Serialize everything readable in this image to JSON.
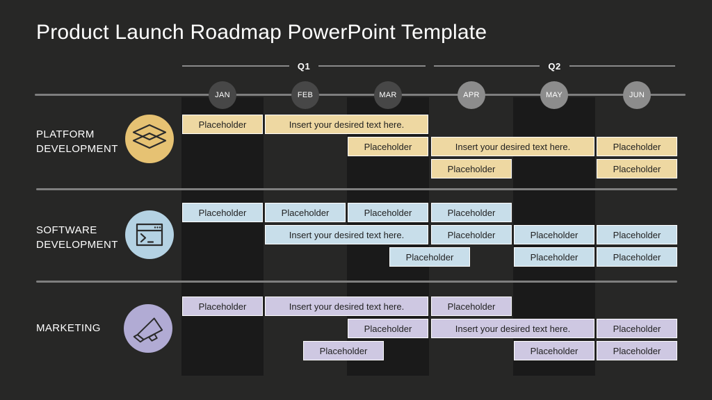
{
  "title": "Product Launch Roadmap PowerPoint Template",
  "chart_data": {
    "type": "bar",
    "subtype": "gantt-roadmap-timeline",
    "title": "Product Launch Roadmap PowerPoint Template",
    "x": [
      "JAN",
      "FEB",
      "MAR",
      "APR",
      "MAY",
      "JUN"
    ],
    "quarters": [
      {
        "label": "Q1"
      },
      {
        "label": "Q2"
      }
    ],
    "month_marker_colors": {
      "q1": "#474747",
      "q2": "#8c8c8c"
    },
    "stripe_columns": [
      0,
      2,
      4
    ],
    "legend_position": "left",
    "grid": "alternating-column-stripes",
    "series": [
      {
        "name": "PLATFORM DEVELOPMENT",
        "id": "platform-development",
        "color": "#eed8a2",
        "bars": [
          {
            "lane": 0,
            "col": 0,
            "span": 1,
            "label": "Placeholder"
          },
          {
            "lane": 0,
            "col": 1,
            "span": 2,
            "label": "Insert your desired text here."
          },
          {
            "lane": 1,
            "col": 2,
            "span": 1,
            "label": "Placeholder"
          },
          {
            "lane": 1,
            "col": 3,
            "span": 2,
            "label": "Insert your desired text here."
          },
          {
            "lane": 1,
            "col": 5,
            "span": 1,
            "label": "Placeholder"
          },
          {
            "lane": 2,
            "col": 3,
            "span": 1,
            "label": "Placeholder"
          },
          {
            "lane": 2,
            "col": 5,
            "span": 1,
            "label": "Placeholder"
          }
        ]
      },
      {
        "name": "SOFTWARE DEVELOPMENT",
        "id": "software-development",
        "color": "#c8deea",
        "bars": [
          {
            "lane": 0,
            "col": 0,
            "span": 1,
            "label": "Placeholder"
          },
          {
            "lane": 0,
            "col": 1,
            "span": 1,
            "label": "Placeholder"
          },
          {
            "lane": 0,
            "col": 2,
            "span": 1,
            "label": "Placeholder"
          },
          {
            "lane": 0,
            "col": 3,
            "span": 1,
            "label": "Placeholder"
          },
          {
            "lane": 1,
            "col": 1,
            "span": 2,
            "label": "Insert your desired text here."
          },
          {
            "lane": 1,
            "col": 3,
            "span": 1,
            "label": "Placeholder"
          },
          {
            "lane": 1,
            "col": 4,
            "span": 1,
            "label": "Placeholder"
          },
          {
            "lane": 1,
            "col": 5,
            "span": 1,
            "label": "Placeholder"
          },
          {
            "lane": 2,
            "col": 2.5,
            "span": 1,
            "label": "Placeholder"
          },
          {
            "lane": 2,
            "col": 4,
            "span": 1,
            "label": "Placeholder"
          },
          {
            "lane": 2,
            "col": 5,
            "span": 1,
            "label": "Placeholder"
          }
        ]
      },
      {
        "name": "MARKETING",
        "id": "marketing",
        "color": "#cec8e2",
        "bars": [
          {
            "lane": 0,
            "col": 0,
            "span": 1,
            "label": "Placeholder"
          },
          {
            "lane": 0,
            "col": 1,
            "span": 2,
            "label": "Insert your desired text here."
          },
          {
            "lane": 0,
            "col": 3,
            "span": 1,
            "label": "Placeholder"
          },
          {
            "lane": 1,
            "col": 2,
            "span": 1,
            "label": "Placeholder"
          },
          {
            "lane": 1,
            "col": 3,
            "span": 2,
            "label": "Insert your desired text here."
          },
          {
            "lane": 1,
            "col": 5,
            "span": 1,
            "label": "Placeholder"
          },
          {
            "lane": 2,
            "col": 1.46,
            "span": 1,
            "label": "Placeholder"
          },
          {
            "lane": 2,
            "col": 4,
            "span": 1,
            "label": "Placeholder"
          },
          {
            "lane": 2,
            "col": 5,
            "span": 1,
            "label": "Placeholder"
          }
        ]
      }
    ]
  },
  "row_headers": [
    {
      "label": "PLATFORM DEVELOPMENT",
      "icon": "layers-icon",
      "circle_color": "#e6c273"
    },
    {
      "label": "SOFTWARE DEVELOPMENT",
      "icon": "terminal-window-icon",
      "circle_color": "#b4d2e3"
    },
    {
      "label": "MARKETING",
      "icon": "megaphone-icon",
      "circle_color": "#b1abd4"
    }
  ],
  "colors": {
    "background": "#272726",
    "column_stripe": "#1a1a1a",
    "timeline_line": "#7e7e7e",
    "divider_line": "#7f7f7f",
    "quarter_line": "#8a8a8a",
    "bar_border": "#ffffff",
    "bar_text": "#1f1f1f",
    "title_text": "#ffffff"
  }
}
